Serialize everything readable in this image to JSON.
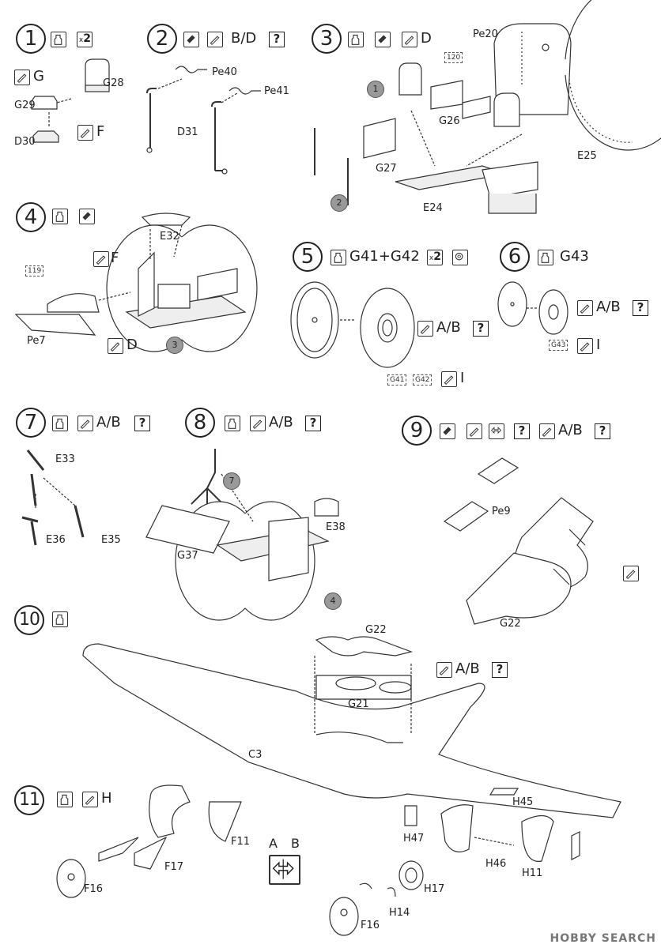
{
  "steps": [
    {
      "number": "1",
      "count": "2",
      "paint": [
        "G",
        "F"
      ],
      "parts": [
        "G28",
        "G29",
        "D30"
      ]
    },
    {
      "number": "2",
      "paint": "B/D",
      "parts": [
        "Pe40",
        "Pe41",
        "D31"
      ]
    },
    {
      "number": "3",
      "paint": "D",
      "parts": [
        "Pe20",
        "120",
        "G26",
        "G27",
        "E24",
        "E25"
      ],
      "refs": [
        "1",
        "2"
      ]
    },
    {
      "number": "4",
      "paint": [
        "F",
        "D"
      ],
      "parts": [
        "E32",
        "119",
        "Pe7"
      ],
      "refs": [
        "3"
      ]
    },
    {
      "number": "5",
      "parts_title": "G41+G42",
      "count": "2",
      "paint": [
        "A/B",
        "I"
      ],
      "parts": [
        "G41",
        "G42"
      ]
    },
    {
      "number": "6",
      "parts_title": "G43",
      "paint": [
        "A/B",
        "I"
      ],
      "parts": [
        "G43"
      ]
    },
    {
      "number": "7",
      "paint": "A/B",
      "parts": [
        "E33",
        "E36",
        "E35"
      ]
    },
    {
      "number": "8",
      "paint": "A/B",
      "parts": [
        "E38",
        "G37"
      ],
      "refs": [
        "7",
        "4"
      ]
    },
    {
      "number": "9",
      "paint": "A/B",
      "parts": [
        "Pe9",
        "G22"
      ]
    },
    {
      "number": "10",
      "paint": "A/B",
      "parts": [
        "G22",
        "G21",
        "C3"
      ]
    },
    {
      "number": "11",
      "paint": "H",
      "parts": [
        "F11",
        "F17",
        "F16",
        "H45",
        "H47",
        "H46",
        "H11",
        "H17",
        "H14",
        "F16"
      ],
      "option_labels": [
        "A",
        "B"
      ]
    }
  ],
  "icons": [
    "glue-icon",
    "paint-brush-icon",
    "decal-icon",
    "question-icon",
    "symmetric-icon",
    "magnifier-icon"
  ],
  "watermark": "HOBBY SEARCH"
}
